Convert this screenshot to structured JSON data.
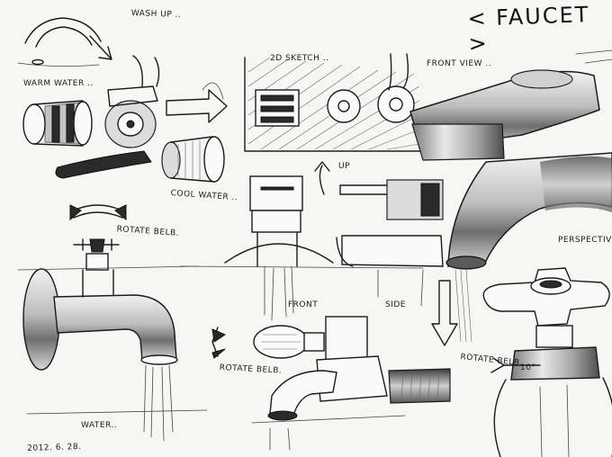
{
  "sheet": {
    "title": "< FAUCET >",
    "labels": {
      "wash_up": "WASH UP ..",
      "warm_water": "WARM WATER ..",
      "cool_water": "COOL WATER ..",
      "sketch_2d": "2D SKETCH ..",
      "front_view": "FRONT VIEW ..",
      "up": "UP",
      "rotate_belb_top": "ROTATE BELB.",
      "perspective": "PERSPECTIV",
      "front": "FRONT",
      "side": "SIDE",
      "rotate_belb_mid": "ROTATE BELB.",
      "rotate_belb_right": "ROTATE BELB.",
      "degrees": "10°",
      "water": "WATER..",
      "date": "2012. 6. 28."
    }
  }
}
